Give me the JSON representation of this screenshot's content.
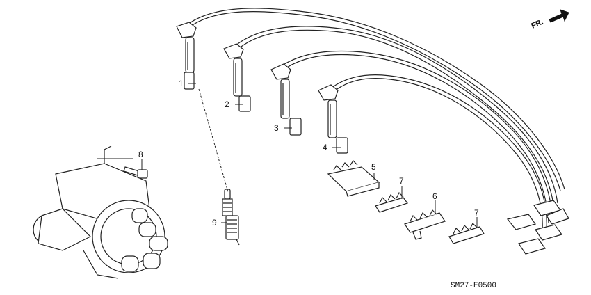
{
  "labels": {
    "part1": "1",
    "part2": "2",
    "part3": "3",
    "part4": "4",
    "part5": "5",
    "part7a": "7",
    "part6": "6",
    "part7b": "7",
    "part8": "8",
    "part9": "9"
  },
  "direction": "FR.",
  "code": "SM27-E0500"
}
